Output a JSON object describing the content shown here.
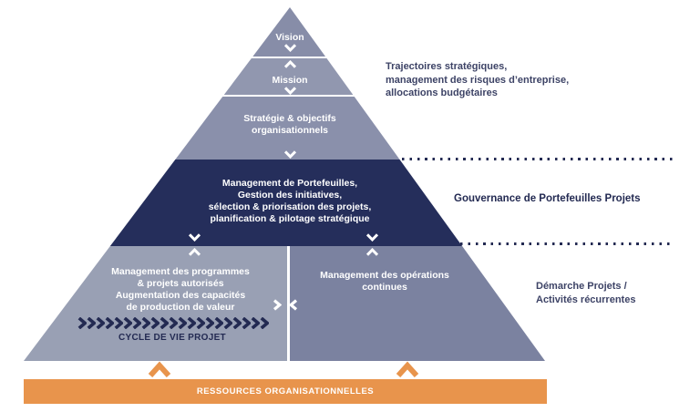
{
  "pyramid": {
    "vision": {
      "label": "Vision"
    },
    "mission": {
      "label": "Mission"
    },
    "strategy": {
      "label": "Stratégie & objectifs\norganisationnels"
    },
    "portfolio": {
      "label": "Management de Portefeuilles,\nGestion des initiatives,\nsélection & priorisation des projets,\nplanification & pilotage stratégique"
    },
    "programs": {
      "label": "Management des programmes\n& projets autorisés\nAugmentation des capacités\nde production de valeur",
      "cycle_label": "CYCLE DE VIE PROJET",
      "cycle_chevron_count": 21
    },
    "operations": {
      "label": "Management des opérations\ncontinues"
    }
  },
  "annotations": {
    "top": "Trajectoires stratégiques,\nmanagement des risques d’entreprise,\nallocations budgétaires",
    "middle": "Gouvernance de Portefeuilles Projets",
    "bottom": "Démarche Projets /\nActivités récurrentes"
  },
  "resources_bar": {
    "label": "RESSOURCES ORGANISATIONNELLES"
  },
  "colors": {
    "vision_bg": "#878DA8",
    "mission_bg": "#9197AF",
    "strategy_bg": "#8A90AB",
    "portfolio_bg": "#252E5B",
    "programs_bg": "#99A0B4",
    "operations_bg": "#7B82A0",
    "resources_bg": "#E8944C",
    "navy_text": "#232A52",
    "annotation_text": "#3D4366",
    "separator": "#FFFFFF"
  },
  "icons": {
    "chevron_down": "white v between pyramid levels",
    "chevron_up": "white ^ between pyramid levels",
    "chevron_right_left_pair": "white > < at programs/operations divider",
    "cycle_chevron": "navy > repeated over CYCLE DE VIE PROJET",
    "orange_chevron_up": "orange ^ from resources bar into pyramid"
  }
}
